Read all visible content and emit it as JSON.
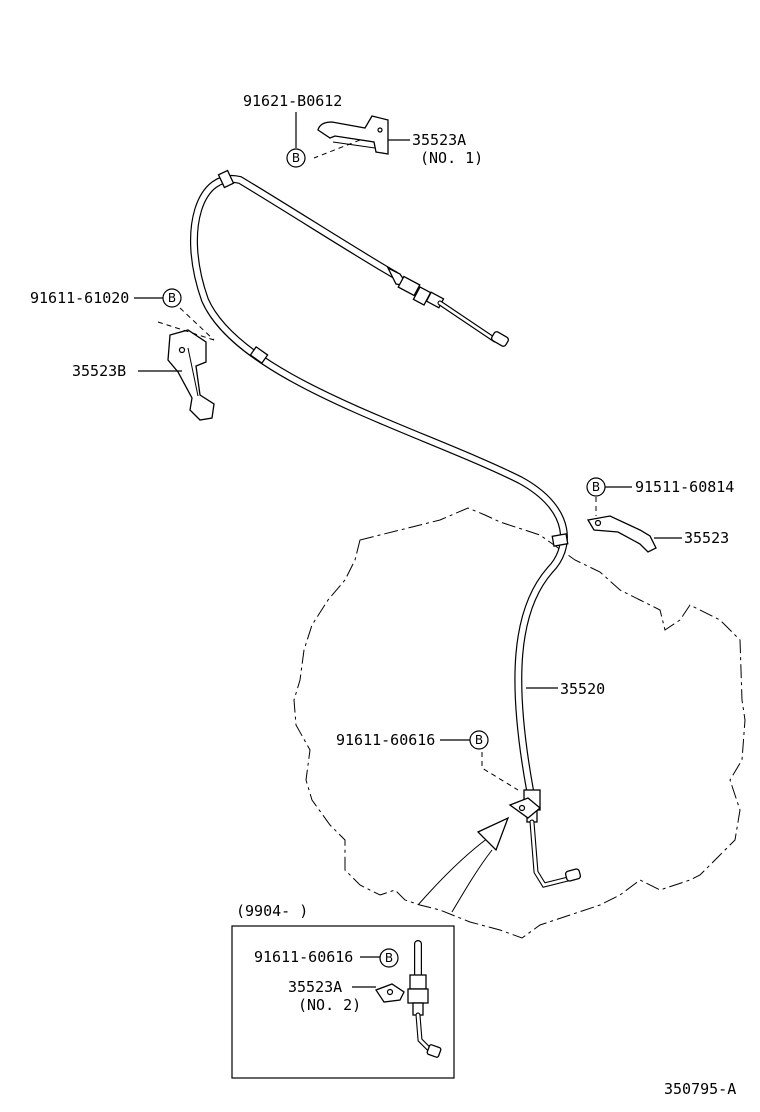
{
  "diagram": {
    "drawing_number": "350795-A",
    "callouts": [
      {
        "id": "bolt_top",
        "text": "91621-B0612"
      },
      {
        "id": "bracket_a1",
        "text": "35523A"
      },
      {
        "id": "bracket_a1_note",
        "text": "(NO. 1)"
      },
      {
        "id": "bolt_left",
        "text": "91611-61020"
      },
      {
        "id": "bracket_b",
        "text": "35523B"
      },
      {
        "id": "bolt_right",
        "text": "91511-60814"
      },
      {
        "id": "bracket_main",
        "text": "35523"
      },
      {
        "id": "cable",
        "text": "35520"
      },
      {
        "id": "bolt_lower",
        "text": "91611-60616"
      }
    ],
    "inset": {
      "date_range": "(9904-        )",
      "bolt": "91611-60616",
      "bracket": "35523A",
      "bracket_note": "(NO. 2)"
    },
    "bolt_marker": "B"
  }
}
